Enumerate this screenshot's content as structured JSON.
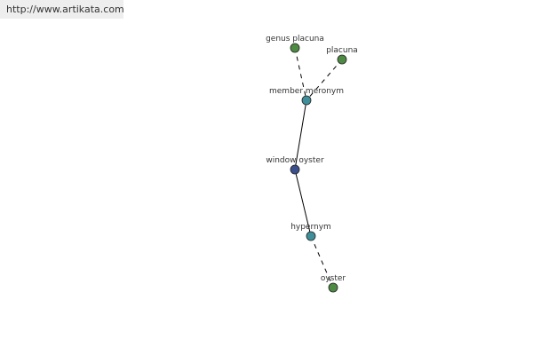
{
  "header": {
    "url": "http://www.artikata.com"
  },
  "colors": {
    "leaf": "#4e8a43",
    "relation": "#3e8f9a",
    "center": "#3b4f8c",
    "edge": "#000000"
  },
  "graph": {
    "nodes": [
      {
        "id": "genus-placuna",
        "label": "genus placuna",
        "kind": "leaf"
      },
      {
        "id": "placuna",
        "label": "placuna",
        "kind": "leaf"
      },
      {
        "id": "member-meronym",
        "label": "member meronym",
        "kind": "relation"
      },
      {
        "id": "window-oyster",
        "label": "window oyster",
        "kind": "center"
      },
      {
        "id": "hypernym",
        "label": "hypernym",
        "kind": "relation"
      },
      {
        "id": "oyster",
        "label": "oyster",
        "kind": "leaf"
      }
    ],
    "edges": [
      {
        "from": "genus-placuna",
        "to": "member-meronym",
        "style": "dashed"
      },
      {
        "from": "placuna",
        "to": "member-meronym",
        "style": "dashed"
      },
      {
        "from": "member-meronym",
        "to": "window-oyster",
        "style": "solid"
      },
      {
        "from": "window-oyster",
        "to": "hypernym",
        "style": "solid"
      },
      {
        "from": "hypernym",
        "to": "oyster",
        "style": "dashed"
      }
    ]
  }
}
